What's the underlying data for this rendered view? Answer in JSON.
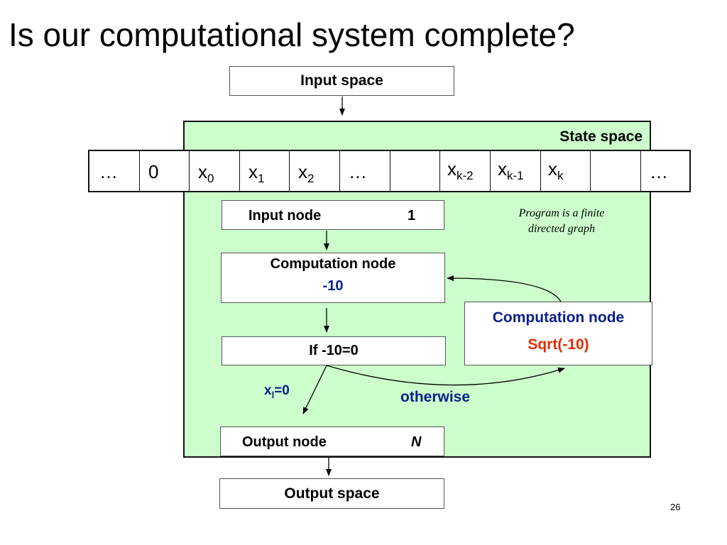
{
  "title": "Is our computational system complete?",
  "input_space": "Input space",
  "output_space": "Output space",
  "state_space": "State space",
  "tape": {
    "ellipsis": "…",
    "zero": "0",
    "x": "x",
    "sub0": "0",
    "sub1": "1",
    "sub2": "2",
    "subk2": "k-2",
    "subk1": "k-1",
    "subk": "k"
  },
  "input_node": {
    "label": "Input node",
    "value": "1"
  },
  "program_note": {
    "line1": "Program is a finite",
    "line2": "directed graph"
  },
  "comp_node_1": {
    "label": "Computation node",
    "value": "-10"
  },
  "comp_node_2": {
    "label": "Computation node",
    "value": "Sqrt(-10)"
  },
  "if_node": {
    "label": "If -10=0"
  },
  "branch_true": {
    "base": "x",
    "sub": "l",
    "rest": "=0"
  },
  "branch_otherwise": "otherwise",
  "output_node": {
    "label": "Output node",
    "value": "N"
  },
  "page_number": "26",
  "colors": {
    "state_fill": "#ccffcc",
    "blue_text": "#0a1e8c",
    "red_text": "#e22b00"
  }
}
